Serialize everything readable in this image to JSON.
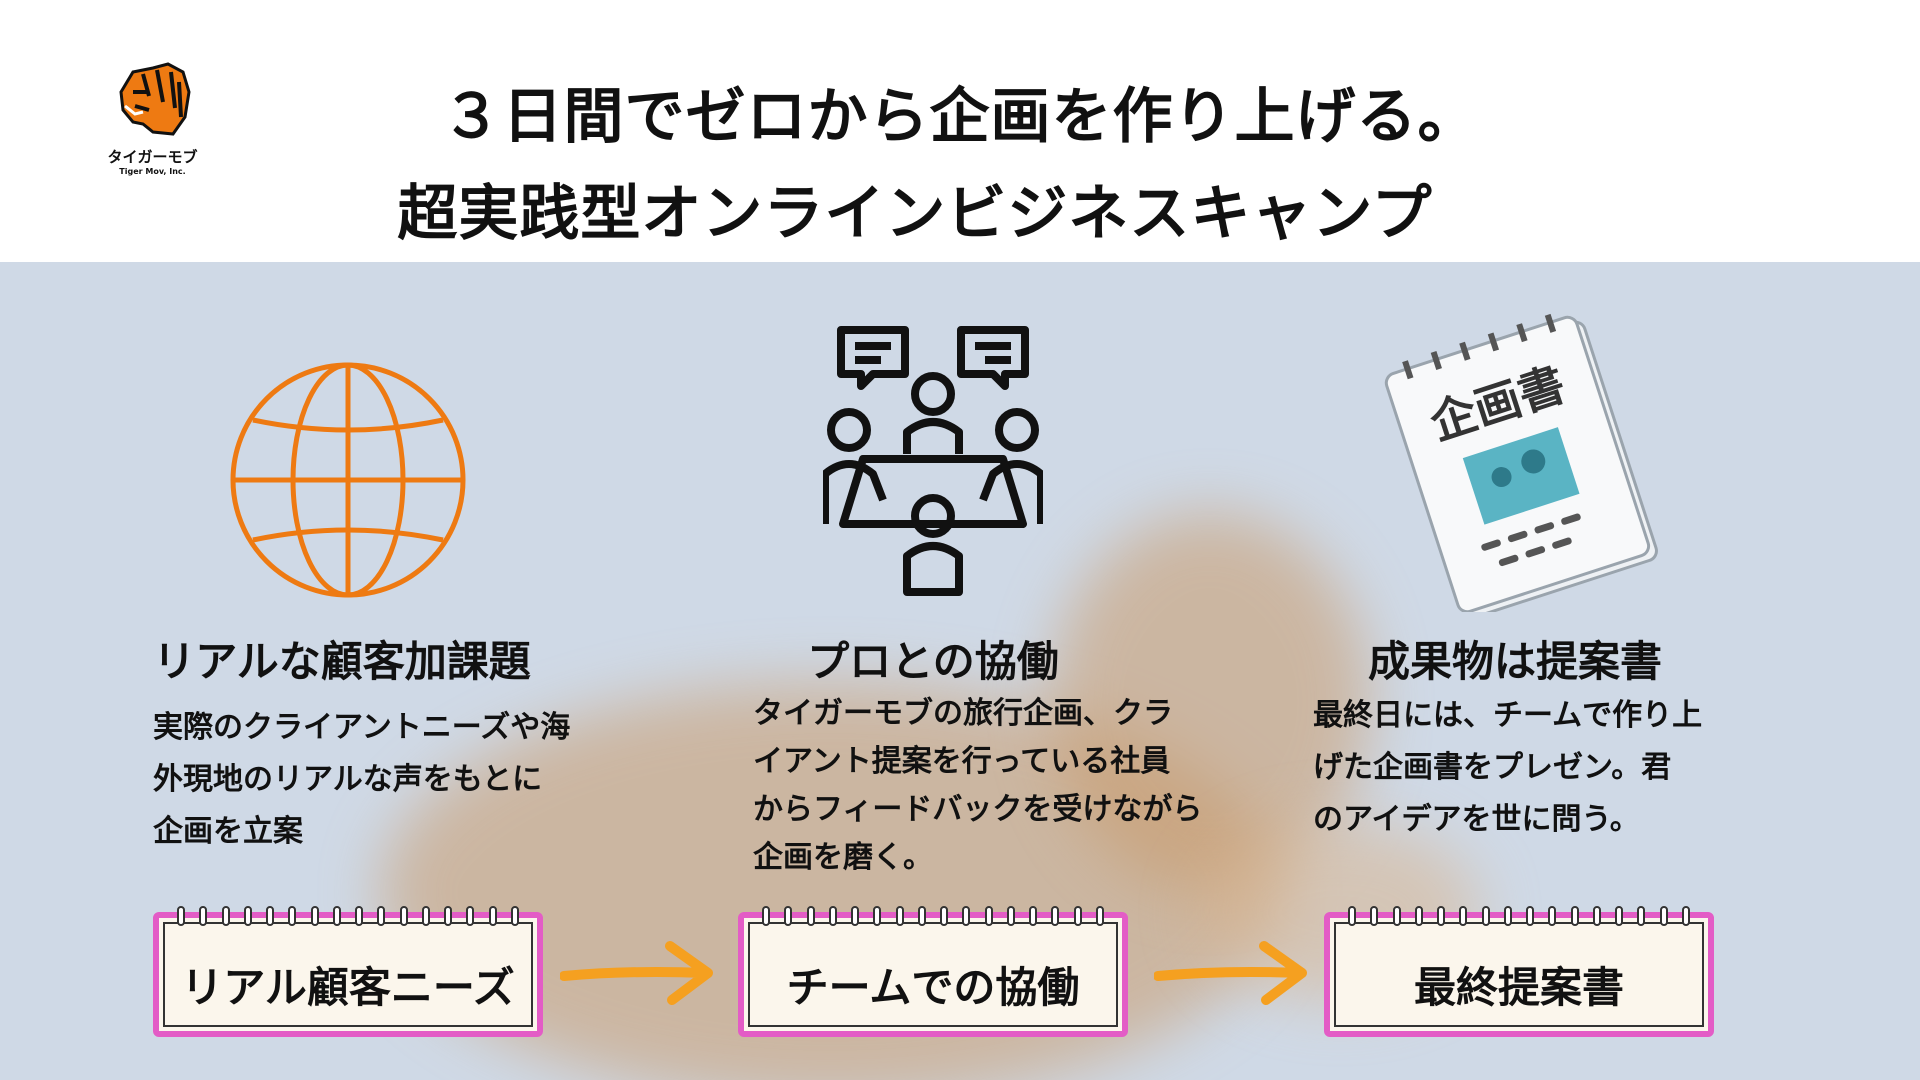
{
  "header": {
    "logo": {
      "name_jp": "タイガーモブ",
      "name_en": "Tiger Mov, Inc."
    },
    "title_line1": "３日間でゼロから企画を作り上げる。",
    "title_line2": "超実践型オンラインビジネスキャンプ"
  },
  "columns": [
    {
      "icon": "globe-icon",
      "heading": "リアルな顧客加課題",
      "lines": [
        "実際のクライアントニーズや海",
        "外現地のリアルな声をもとに",
        "企画を立案"
      ],
      "box": "リアル顧客ニーズ"
    },
    {
      "icon": "meeting-icon",
      "heading": "プロとの協働",
      "lines": [
        "タイガーモブの旅行企画、クラ",
        "イアント提案を行っている社員",
        "からフィードバックを受けながら",
        "企画を磨く。"
      ],
      "box": "チームでの協働"
    },
    {
      "icon": "document-icon",
      "heading": "成果物は提案書",
      "document_label": "企画書",
      "lines": [
        "最終日には、チームで作り上",
        "げた企画書をプレゼン。君",
        "のアイデアを世に問う。"
      ],
      "box": "最終提案書"
    }
  ],
  "colors": {
    "accent": "#ee7a12",
    "pink": "#e35cc6",
    "arrow": "#f5a020",
    "bg": "#cfd9e6"
  }
}
